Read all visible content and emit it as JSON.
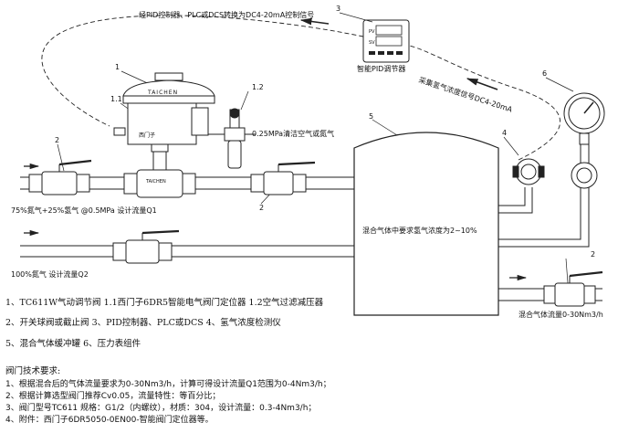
{
  "callouts": {
    "c1": "1",
    "c1_1": "1.1",
    "c1_2": "1.2",
    "c2a": "2",
    "c2b": "2",
    "c2c": "2",
    "c3": "3",
    "c4": "4",
    "c5": "5",
    "c6": "6"
  },
  "labels": {
    "pid_signal": "经PID控制器、PLC或DCS转换为DC4-20mA控制信号",
    "pid_controller": "智能PID调节器",
    "sensor_signal": "采集氢气浓度信号DC4-20mA",
    "actuator_brand": "TAICHEN",
    "positioner_brand": "西门子",
    "valve_body_brand": "TAICHEN",
    "clean_air": "0.25MPa清洁空气或氮气",
    "inlet_q1": "75%氮气+25%氢气  @0.5MPa  设计流量Q1",
    "inlet_q2": "100%氮气  设计流量Q2",
    "tank_requirement": "混合气体中要求氢气浓度为2~10%",
    "outlet": "混合气体流量0-30Nm3/h"
  },
  "legend": {
    "line1": "1、TC611W气动调节阀  1.1西门子6DR5智能电气阀门定位器 1.2空气过滤减压器",
    "line2": "2、开关球阀或截止阀  3、PID控制器、PLC或DCS   4、氢气浓度检测仪",
    "line3": "5、混合气体缓冲罐   6、压力表组件"
  },
  "requirements": {
    "title": "阀门技术要求:",
    "items": [
      "1、根据混合后的气体流量要求为0-30Nm3/h，计算可得设计流量Q1范围为0-4Nm3/h；",
      "2、根据计算选型阀门推荐Cv0.05，流量特性：等百分比；",
      "3、阀门型号TC611 规格：G1/2（内螺纹），材质：304，设计流量：0.3-4Nm3/h；",
      "4、附件：西门子6DR5050-0EN00-智能阀门定位器等。"
    ]
  },
  "colors": {
    "line": "#222222",
    "pipe_fill": "#ffffff",
    "valve_handle": "#111111"
  }
}
